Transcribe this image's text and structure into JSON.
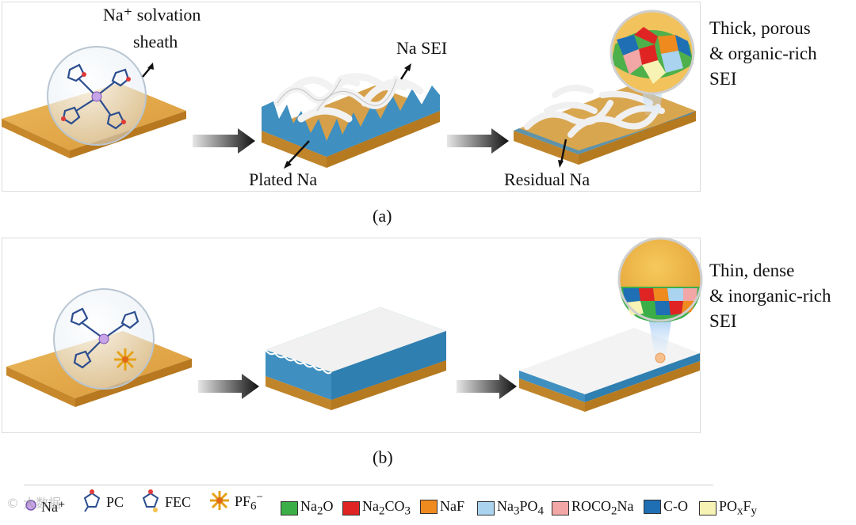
{
  "panel_a": {
    "label_solvation": "Na⁺ solvation",
    "label_solvation_2": "sheath",
    "label_sei": "Na SEI",
    "label_plated": "Plated Na",
    "label_residual": "Residual Na",
    "note_line1": "Thick, porous",
    "note_line2": "& organic-rich",
    "note_line3": "SEI",
    "caption": "(a)"
  },
  "panel_b": {
    "note_line1": "Thin, dense",
    "note_line2": "& inorganic-rich",
    "note_line3": "SEI",
    "caption": "(b)"
  },
  "legend": {
    "na": "Na⁺",
    "pc": "PC",
    "fec": "FEC",
    "pf6": "PF",
    "pf6_sub": "6",
    "pf6_sup": "−",
    "na2o_a": "Na",
    "na2o_b": "2",
    "na2o_c": "O",
    "na2co3_a": "Na",
    "na2co3_b": "2",
    "na2co3_c": "CO",
    "na2co3_d": "3",
    "naf": "NaF",
    "na3po4_a": "Na",
    "na3po4_b": "3",
    "na3po4_c": "PO",
    "na3po4_d": "4",
    "roco2na_a": "ROCO",
    "roco2na_b": "2",
    "roco2na_c": "Na",
    "co": "C-O",
    "poxfy_a": "PO",
    "poxfy_b": "x",
    "poxfy_c": "F",
    "poxfy_d": "y"
  },
  "colors": {
    "na2o": "#3cae48",
    "na2co3": "#e02424",
    "naf": "#ef8a1f",
    "na3po4": "#a9d3ee",
    "roco2na": "#f3a6a6",
    "co": "#1f6fb5",
    "poxfy": "#f7f3b4",
    "substrate": "#e2a645",
    "plated_na": "#3f8fc0"
  },
  "watermark": "© 大数据"
}
